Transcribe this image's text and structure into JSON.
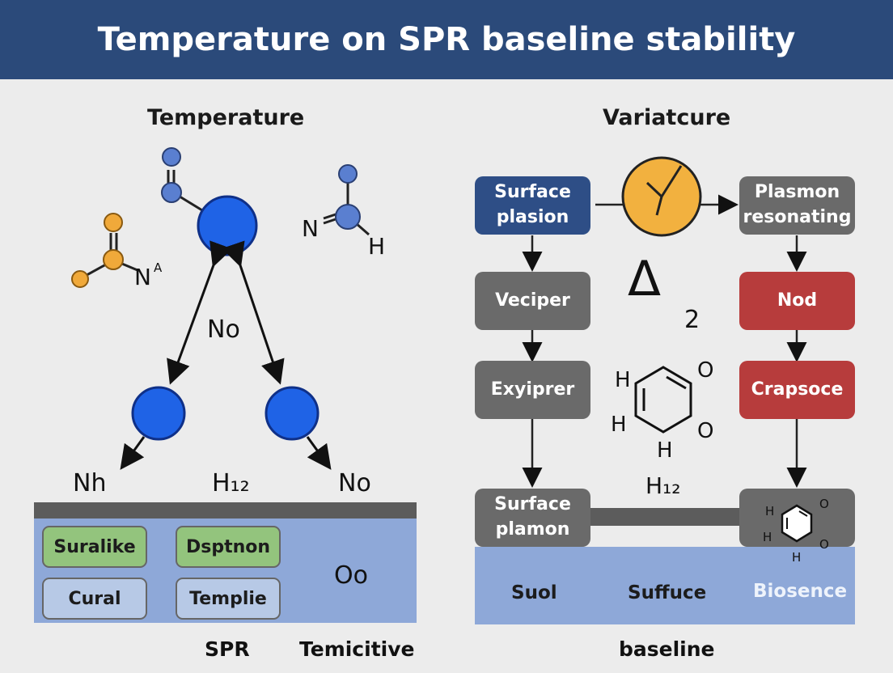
{
  "title": "Temperature on SPR baseline stability",
  "left": {
    "heading": "Temperature",
    "molecule_labels": {
      "n_a": "N",
      "n_a_sup": "A",
      "n_h_n": "N",
      "n_h_h": "H",
      "center": "No",
      "bottom_left": "Nh",
      "bottom_mid": "H₁₂",
      "bottom_right": "No"
    },
    "panel": {
      "boxes": [
        "Suralike",
        "Dsptnon",
        "Cural",
        "Templie"
      ],
      "right_text": "Oo"
    },
    "bottom_labels": [
      "SPR",
      "Temicitive"
    ]
  },
  "right": {
    "heading": "Variatcure",
    "boxes": {
      "surface_plasion": "Surface\nplasion",
      "plasmon_resonating": "Plasmon\nresonating",
      "veciper": "Veciper",
      "nod": "Nod",
      "exyiprer": "Exyiprer",
      "crapsoce": "Crapsoce",
      "surface_plamon": "Surface\nplamon"
    },
    "delta_label": "Δ",
    "delta_sub": "2",
    "ring_labels": {
      "h_top": "H",
      "h_left": "H",
      "h_bottom": "H",
      "o_top": "O",
      "o_bottom": "O"
    },
    "h12": "H₁₂",
    "mini_ring_labels": {
      "h1": "H",
      "h2": "H",
      "h3": "H",
      "o1": "O",
      "o2": "O"
    },
    "base_labels": [
      "Suol",
      "Suffuce",
      "Biosence"
    ],
    "bottom_label": "baseline"
  },
  "colors": {
    "header": "#2b4a7a",
    "atom_blue": "#1f63e6",
    "atom_small_blue": "#5a7fd0",
    "atom_orange": "#f0a93a",
    "clock": "#f2b13f",
    "panel_blue": "#8ea8d8",
    "box_blue": "#2e4e86",
    "box_gray": "#6a6a6a",
    "box_red": "#b73c3c"
  },
  "icons": [
    "clock-icon",
    "benzene-ring-icon",
    "molecule-icon"
  ]
}
